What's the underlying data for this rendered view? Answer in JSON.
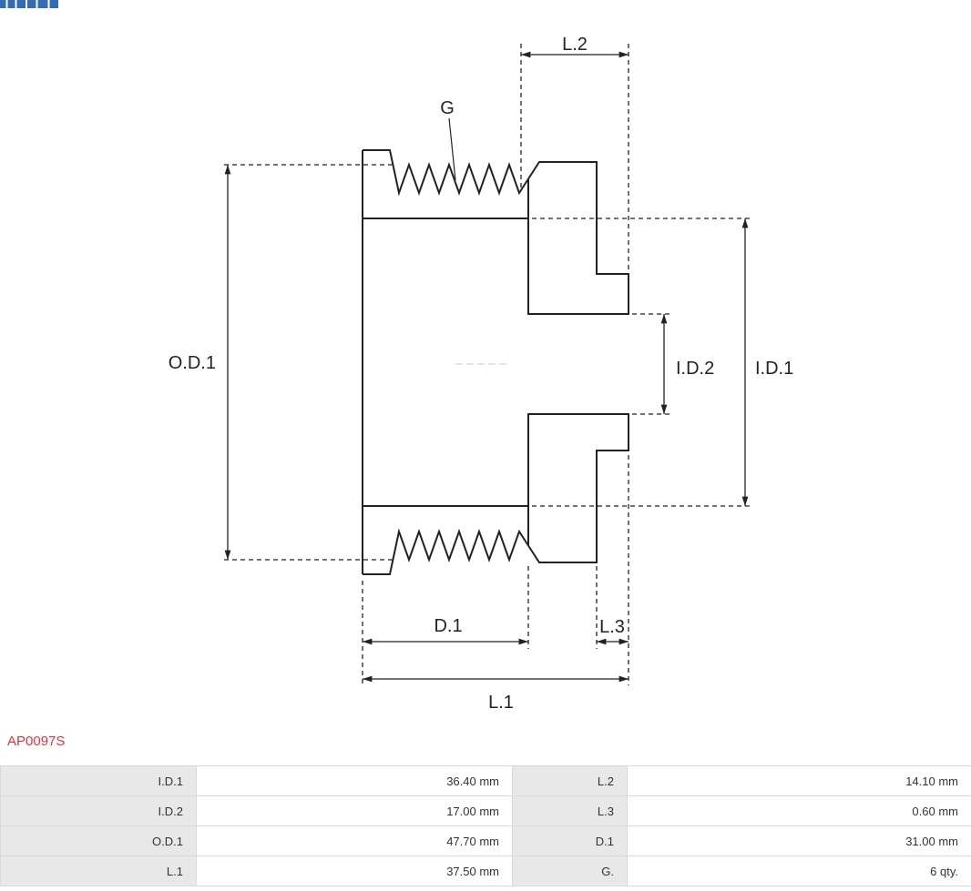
{
  "brand": {
    "logo_color": "#2f6eb5"
  },
  "product": {
    "code": "AP0097S",
    "code_color": "#e53238"
  },
  "diagram": {
    "labels": {
      "l2": "L.2",
      "g": "G",
      "od1": "O.D.1",
      "id2": "I.D.2",
      "id1": "I.D.1",
      "d1": "D.1",
      "l3": "L.3",
      "l1": "L.1"
    }
  },
  "spec_table": {
    "rows": [
      {
        "param_left": "I.D.1",
        "value_left": "36.40 mm",
        "param_right": "L.2",
        "value_right": "14.10 mm"
      },
      {
        "param_left": "I.D.2",
        "value_left": "17.00 mm",
        "param_right": "L.3",
        "value_right": "0.60 mm"
      },
      {
        "param_left": "O.D.1",
        "value_left": "47.70 mm",
        "param_right": "D.1",
        "value_right": "31.00 mm"
      },
      {
        "param_left": "L.1",
        "value_left": "37.50 mm",
        "param_right": "G.",
        "value_right": "6 qty."
      }
    ]
  }
}
